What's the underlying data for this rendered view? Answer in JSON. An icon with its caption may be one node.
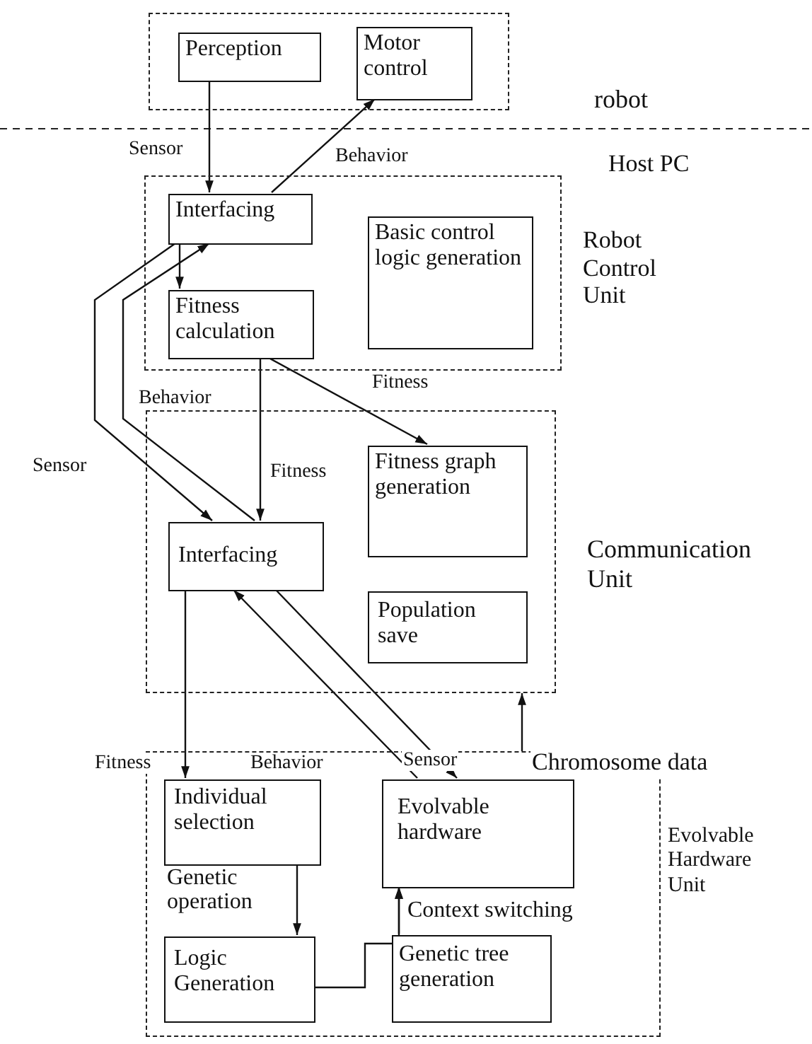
{
  "diagram": {
    "nodes": [
      {
        "text": [],
        "shape": "box",
        "beside": [
          "robot"
        ]
      },
      {
        "text": [
          "Perception"
        ],
        "in": 0
      },
      {
        "text": [
          "Motor control"
        ],
        "in": 0
      },
      {
        "text": [],
        "shape": "box",
        "beside": [
          "Robot Control Unit"
        ]
      },
      {
        "text": [
          "Interfacing"
        ],
        "in": 3
      },
      {
        "text": [
          "Fitness calculation"
        ],
        "in": 3
      },
      {
        "text": [
          "Basic control logic generation"
        ],
        "in": 3
      },
      {
        "text": [],
        "shape": "box",
        "beside": [
          "Communication Unit"
        ]
      },
      {
        "text": [
          "Fitness graph generation"
        ],
        "in": 7
      },
      {
        "text": [
          "Interfacing"
        ],
        "in": 7
      },
      {
        "text": [
          "Population save"
        ],
        "in": 7
      },
      {
        "text": [],
        "shape": "box",
        "beside": [
          "Evolvable Hardware Unit"
        ]
      },
      {
        "text": [
          "Individual selection"
        ],
        "in": 11
      },
      {
        "text": [
          "Evolvable hardware"
        ],
        "in": 11
      },
      {
        "text": [
          "Logic Generation"
        ],
        "in": 11
      },
      {
        "text": [
          "Genetic tree generation"
        ],
        "in": 11
      }
    ],
    "edges": [
      {
        "from": 1,
        "to": 4,
        "arrow": "to",
        "label": "Sensor"
      },
      {
        "from": 4,
        "to": 2,
        "arrow": "to",
        "label": "Behavior"
      },
      {
        "from": 4,
        "to": 5,
        "arrow": "to"
      },
      {
        "from": 4,
        "to": 9,
        "arrow": "to",
        "label": "Sensor"
      },
      {
        "from": 9,
        "to": 4,
        "arrow": "to",
        "label": "Behavior"
      },
      {
        "from": 5,
        "to": 9,
        "arrow": "to",
        "label": "Fitness"
      },
      {
        "from": 5,
        "to": 8,
        "arrow": "to",
        "label": "Fitness"
      },
      {
        "from": 9,
        "to": 12,
        "arrow": "to",
        "label": "Fitness"
      },
      {
        "from": 13,
        "to": 9,
        "arrow": "to",
        "label": "Behavior"
      },
      {
        "from": 9,
        "to": 13,
        "arrow": "to",
        "label": "Sensor"
      },
      {
        "from": 11,
        "to": 7,
        "arrow": "to",
        "label": "Chromosome data"
      },
      {
        "from": 12,
        "to": 14,
        "arrow": "to",
        "label": "Genetic operation"
      },
      {
        "from": 14,
        "to": 13,
        "arrow": "to"
      },
      {
        "from": 15,
        "to": 13,
        "arrow": "to",
        "label": "Context switching"
      }
    ],
    "labels": [
      "Host PC"
    ]
  }
}
